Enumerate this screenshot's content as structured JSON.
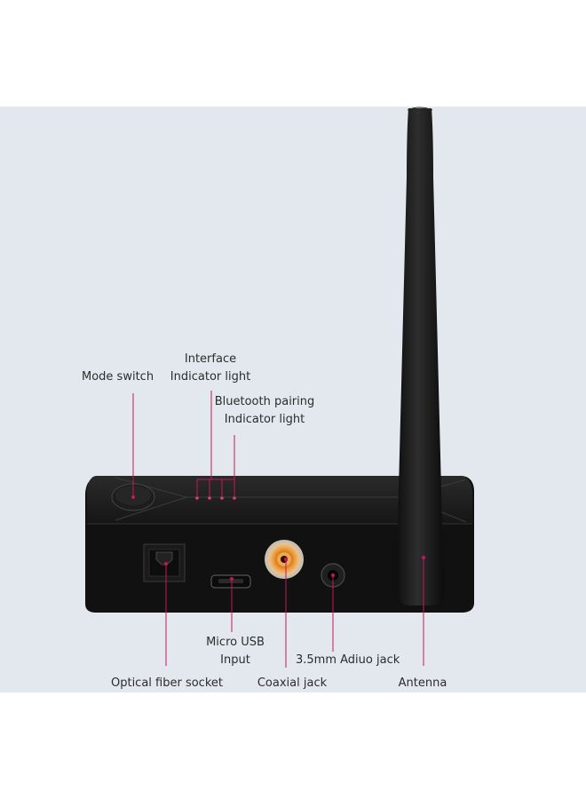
{
  "colors": {
    "background": "#ffffff",
    "panel": "#e3e8ee",
    "device": "#151515",
    "callout_line": "#c2185b",
    "rca_ring": "#e6862a"
  },
  "labels": {
    "mode_switch": "Mode switch",
    "interface_light_1": "Interface",
    "interface_light_2": "Indicator light",
    "bt_pairing_1": "Bluetooth pairing",
    "bt_pairing_2": "Indicator light",
    "micro_usb_1": "Micro USB",
    "micro_usb_2": "Input",
    "audio_jack": "3.5mm Adiuo jack",
    "optical": "Optical fiber socket",
    "coaxial": "Coaxial jack",
    "antenna": "Antenna"
  }
}
